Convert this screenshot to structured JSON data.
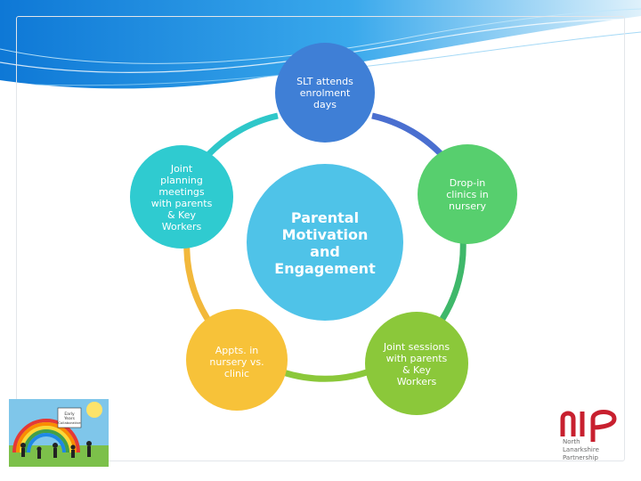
{
  "diagram": {
    "center": {
      "text": "Parental\nMotivation\nand\nEngagement",
      "color": "#4fc3e8"
    },
    "nodes": [
      {
        "id": "slt-enrolment",
        "text": "SLT attends\nenrolment\ndays",
        "color": "#3f7fd6"
      },
      {
        "id": "drop-in",
        "text": "Drop-in\nclinics in\nnursery",
        "color": "#57cf6e"
      },
      {
        "id": "joint-sessions",
        "text": "Joint sessions\nwith parents\n& Key\nWorkers",
        "color": "#8bc83a"
      },
      {
        "id": "appts",
        "text": "Appts. in\nnursery vs.\nclinic",
        "color": "#f7c239"
      },
      {
        "id": "joint-planning",
        "text": "Joint\nplanning\nmeetings\nwith parents\n& Key\nWorkers",
        "color": "#2fcbd0"
      }
    ],
    "arc_colors": [
      "#4a6fd0",
      "#3fb86a",
      "#8bc83a",
      "#f2b83b",
      "#2ec7c9"
    ]
  },
  "logos": {
    "left": {
      "alt": "Early years collaborative logo",
      "text": "Early\nYears\nCollaborative"
    },
    "right": {
      "mark": "nlp",
      "caption": "North\nLanarkshire\nPartnership",
      "color": "#c8202f"
    }
  }
}
